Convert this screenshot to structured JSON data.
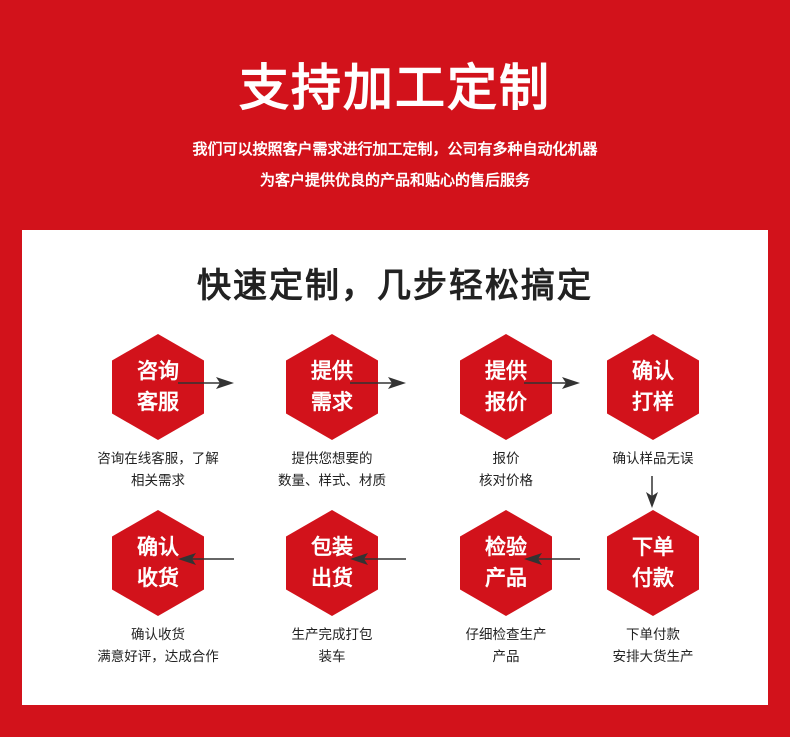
{
  "header": {
    "title": "支持加工定制",
    "subtitle_line1": "我们可以按照客户需求进行加工定制，公司有多种自动化机器",
    "subtitle_line2": "为客户提供优良的产品和贴心的售后服务"
  },
  "panel": {
    "title": "快速定制，几步轻松搞定"
  },
  "steps": [
    {
      "hex_line1": "咨询",
      "hex_line2": "客服",
      "desc_line1": "咨询在线客服，了解",
      "desc_line2": "相关需求"
    },
    {
      "hex_line1": "提供",
      "hex_line2": "需求",
      "desc_line1": "提供您想要的",
      "desc_line2": "数量、样式、材质"
    },
    {
      "hex_line1": "提供",
      "hex_line2": "报价",
      "desc_line1": "报价",
      "desc_line2": "核对价格"
    },
    {
      "hex_line1": "确认",
      "hex_line2": "打样",
      "desc_line1": "确认样品无误",
      "desc_line2": ""
    },
    {
      "hex_line1": "下单",
      "hex_line2": "付款",
      "desc_line1": "下单付款",
      "desc_line2": "安排大货生产"
    },
    {
      "hex_line1": "检验",
      "hex_line2": "产品",
      "desc_line1": "仔细检查生产",
      "desc_line2": "产品"
    },
    {
      "hex_line1": "包装",
      "hex_line2": "出货",
      "desc_line1": "生产完成打包",
      "desc_line2": "装车"
    },
    {
      "hex_line1": "确认",
      "hex_line2": "收货",
      "desc_line1": "确认收货",
      "desc_line2": "满意好评，达成合作"
    }
  ],
  "colors": {
    "brand_red": "#d2121b",
    "panel_bg": "#ffffff",
    "text_dark": "#222222",
    "arrow": "#333333"
  }
}
